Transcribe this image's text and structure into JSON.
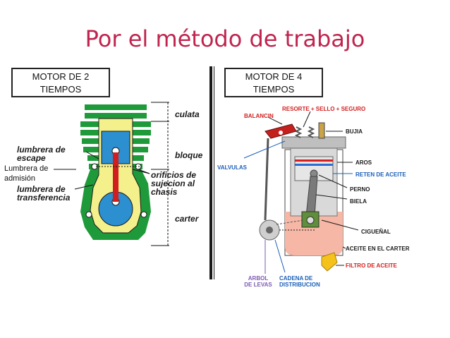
{
  "title": "Por el método de trabajo",
  "left_panel": {
    "box": {
      "line1": "MOTOR DE 2",
      "line2": "TIEMPOS"
    },
    "labels": {
      "culata": "culata",
      "bloque": "bloque",
      "carter": "carter",
      "lumbrera_escape_1": "lumbrera de",
      "lumbrera_escape_2": "escape",
      "lumbrera_admision_1": "Lumbrera de",
      "lumbrera_admision_2": "admisión",
      "lumbrera_transferencia_1": "lumbrera de",
      "lumbrera_transferencia_2": "transferencia",
      "orificios_1": "orificios de",
      "orificios_2": "sujecion al",
      "orificios_3": "chasis"
    }
  },
  "right_panel": {
    "box": {
      "line1": "MOTOR DE 4",
      "line2": "TIEMPOS"
    },
    "labels": {
      "balancin": "BALANCIN",
      "resorte": "RESORTE + SELLO + SEGURO",
      "bujia": "BUJIA",
      "valvulas": "VALVULAS",
      "aros": "AROS",
      "reten": "RETEN DE ACEITE",
      "perno": "PERNO",
      "biela": "BIELA",
      "cigueñal": "CIGUEÑAL",
      "aceite_carter": "ACEITE EN EL CARTER",
      "filtro": "FILTRO DE ACEITE",
      "arbol_1": "ARBOL",
      "arbol_2": "DE LEVAS",
      "cadena_1": "CADENA DE",
      "cadena_2": "DISTRIBUCION"
    }
  },
  "colors": {
    "title": "#c0244e",
    "engine_green": "#1f9a3a",
    "engine_fill": "#f4f08c",
    "engine_blue": "#2c8fd0",
    "rod_red": "#d11e1e",
    "label_red": "#d42020",
    "label_blue": "#1b5fb8",
    "label_purple": "#7e5ab3",
    "oil_pink": "#f6b7a6",
    "filter_yellow": "#f4c21a"
  }
}
